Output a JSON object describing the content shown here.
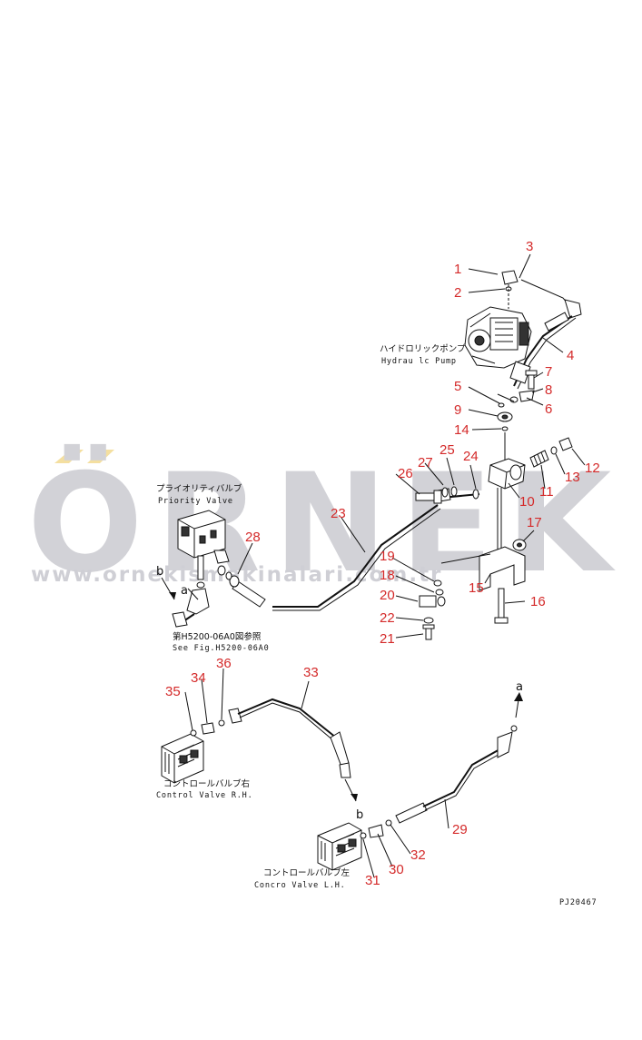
{
  "watermark": {
    "brand": "ÖRNEK",
    "url": "www.ornekismakinalari.com.tr",
    "accent_color": "#f4dfa0",
    "text_color": "#d2d2d7"
  },
  "labels": {
    "hydraulic_pump_jp": "ハイドロリックポンプ",
    "hydraulic_pump_en": "Hydrau lc Pump",
    "priority_valve_jp": "プライオリティバルブ",
    "priority_valve_en": "Priority Valve",
    "see_fig_jp": "第H5200-06A0図参照",
    "see_fig_en": "See Fig.H5200-06A0",
    "control_valve_rh_jp": "コントロールバルブ右",
    "control_valve_rh_en": "Control Valve R.H.",
    "control_valve_lh_jp": "コントロールバルブ左",
    "control_valve_lh_en": "Concro Valve L.H.",
    "drawing_id": "PJ20467",
    "ref_a_top": "a",
    "ref_a_bottom": "a",
    "ref_b_top": "b",
    "ref_b_bottom": "b"
  },
  "part_numbers": [
    "1",
    "2",
    "3",
    "4",
    "5",
    "6",
    "7",
    "8",
    "9",
    "10",
    "11",
    "12",
    "13",
    "14",
    "15",
    "16",
    "17",
    "18",
    "19",
    "20",
    "21",
    "22",
    "23",
    "24",
    "25",
    "26",
    "27",
    "28",
    "29",
    "30",
    "31",
    "32",
    "33",
    "34",
    "35",
    "36"
  ],
  "colors": {
    "callout": "#d42a2a",
    "line": "#111111"
  }
}
